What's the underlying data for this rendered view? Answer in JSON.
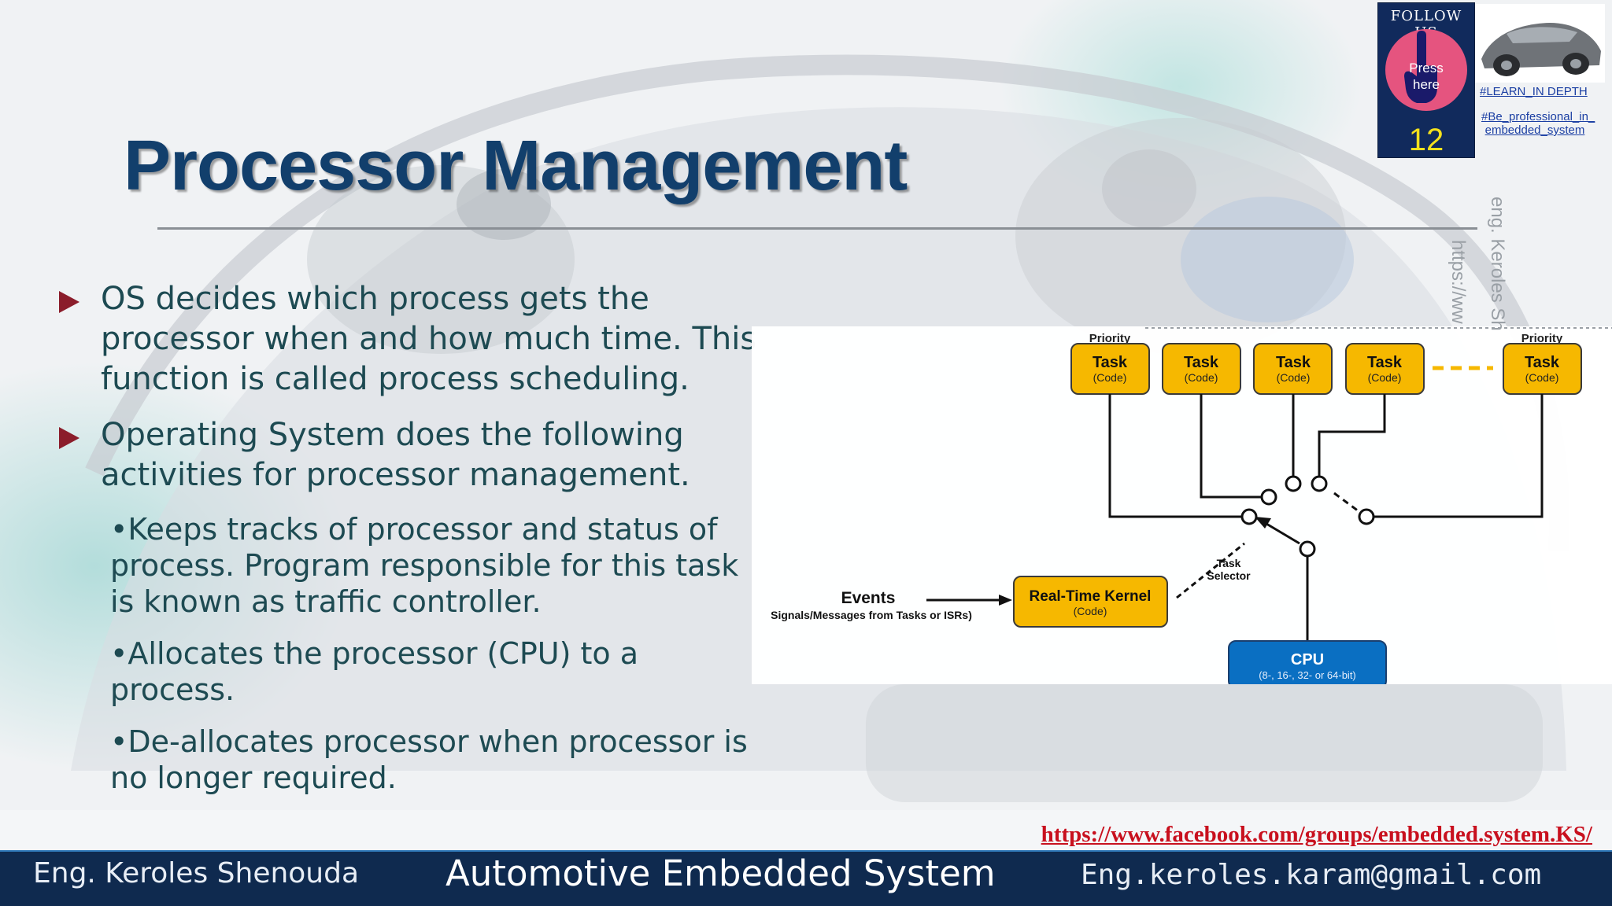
{
  "slide": {
    "title": "Processor Management",
    "bullets": [
      {
        "text": "OS decides which process gets the processor when and how much time. This function is called process scheduling."
      },
      {
        "text": "Operating System does the following activities for processor management."
      }
    ],
    "sub_bullets": [
      {
        "text": "•Keeps tracks of processor and status of process. Program responsible for this task is known as traffic controller."
      },
      {
        "text": "•Allocates the processor (CPU) to a process."
      },
      {
        "text": "•De-allocates processor when processor is no longer required."
      }
    ]
  },
  "diagram": {
    "priority_left": "Priority",
    "priority_right": "Priority",
    "tasks": [
      {
        "label": "Task",
        "sub": "(Code)"
      },
      {
        "label": "Task",
        "sub": "(Code)"
      },
      {
        "label": "Task",
        "sub": "(Code)"
      },
      {
        "label": "Task",
        "sub": "(Code)"
      },
      {
        "label": "Task",
        "sub": "(Code)"
      }
    ],
    "events_title": "Events",
    "events_sub": "Signals/Messages from Tasks or ISRs)",
    "kernel_label": "Real-Time Kernel",
    "kernel_sub": "(Code)",
    "selector_line1": "Task",
    "selector_line2": "Selector",
    "cpu_label": "CPU",
    "cpu_sub": "(8-, 16-, 32- or 64-bit)"
  },
  "follow": {
    "label": "FOLLOW US",
    "press_line1": "Press",
    "press_line2": "here",
    "count": "12",
    "tag1": "#LEARN_IN DEPTH",
    "tag2": "#Be_professional_in_ embedded_system"
  },
  "watermark": {
    "author": "eng. Keroles Sh",
    "url_fragment": "https://ww"
  },
  "link": "https://www.facebook.com/groups/embedded.system.KS/",
  "footer": {
    "left": "Eng. Keroles Shenouda",
    "center": "Automotive Embedded System",
    "right": "Eng.keroles.karam@gmail.com"
  },
  "colors": {
    "title": "#123f6c",
    "bullet_marker": "#8b1d2b",
    "body_text": "#1d4a52",
    "task_fill": "#f6b800",
    "cpu_fill": "#0a6fc2",
    "footer_bg": "#0f2a4f",
    "link": "#c8101e"
  }
}
